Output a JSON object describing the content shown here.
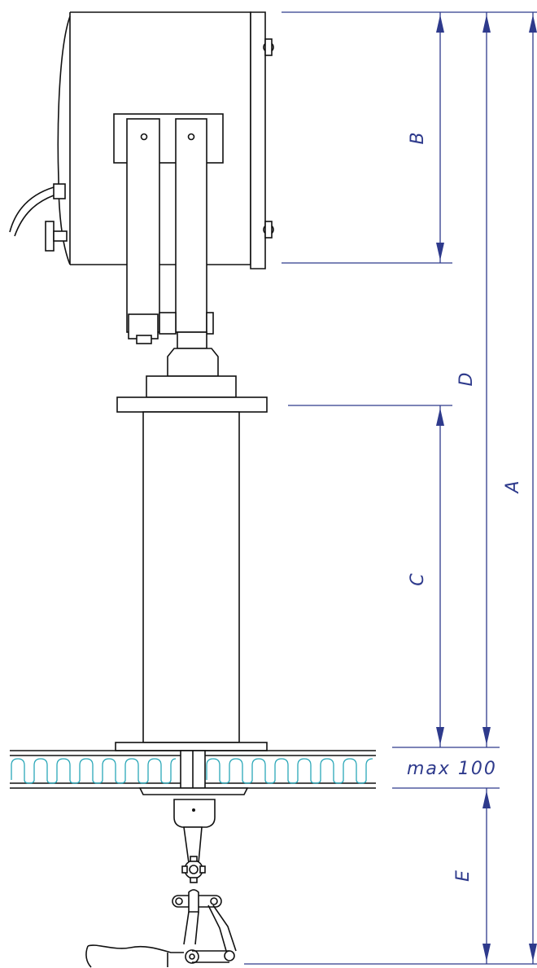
{
  "dimensions": {
    "a": "A",
    "b": "B",
    "c": "C",
    "d": "D",
    "e": "E"
  },
  "belt_note": "max 100",
  "colors": {
    "dimension_lines": "#2e3a8c",
    "conveyor_belt": "#2aa7b8",
    "outline": "#111111"
  }
}
